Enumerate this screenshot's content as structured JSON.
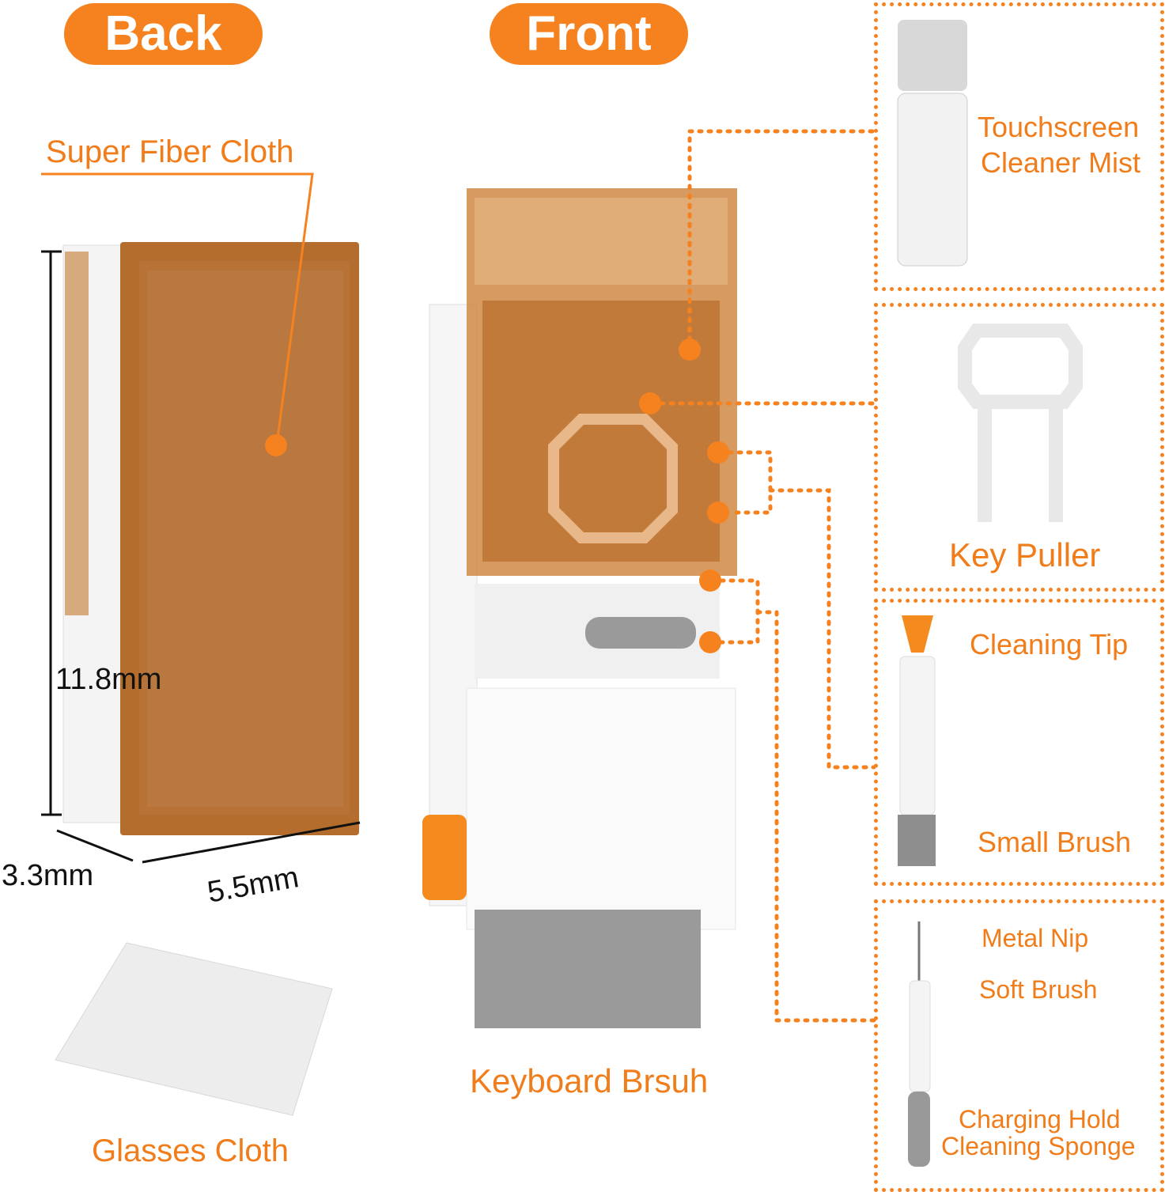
{
  "headers": {
    "back": "Back",
    "front": "Front"
  },
  "back": {
    "label": "Super Fiber Cloth",
    "dimensions": {
      "height": "11.8mm",
      "depth": "3.3mm",
      "width": "5.5mm"
    },
    "glasses_cloth": "Glasses Cloth"
  },
  "front": {
    "label": "Keyboard Brsuh"
  },
  "components": [
    {
      "label_line1": "Touchscreen",
      "label_line2": "Cleaner Mist"
    },
    {
      "label_line1": "Key Puller"
    },
    {
      "label_line1": "Cleaning Tip",
      "label_line2": "Small Brush"
    },
    {
      "label_line1": "Metal Nip",
      "label_line2": "Soft Brush",
      "label_line3": "Charging Hold",
      "label_line4": "Cleaning Sponge"
    }
  ],
  "colors": {
    "accent": "#f5821f",
    "case": "#b8712f"
  }
}
